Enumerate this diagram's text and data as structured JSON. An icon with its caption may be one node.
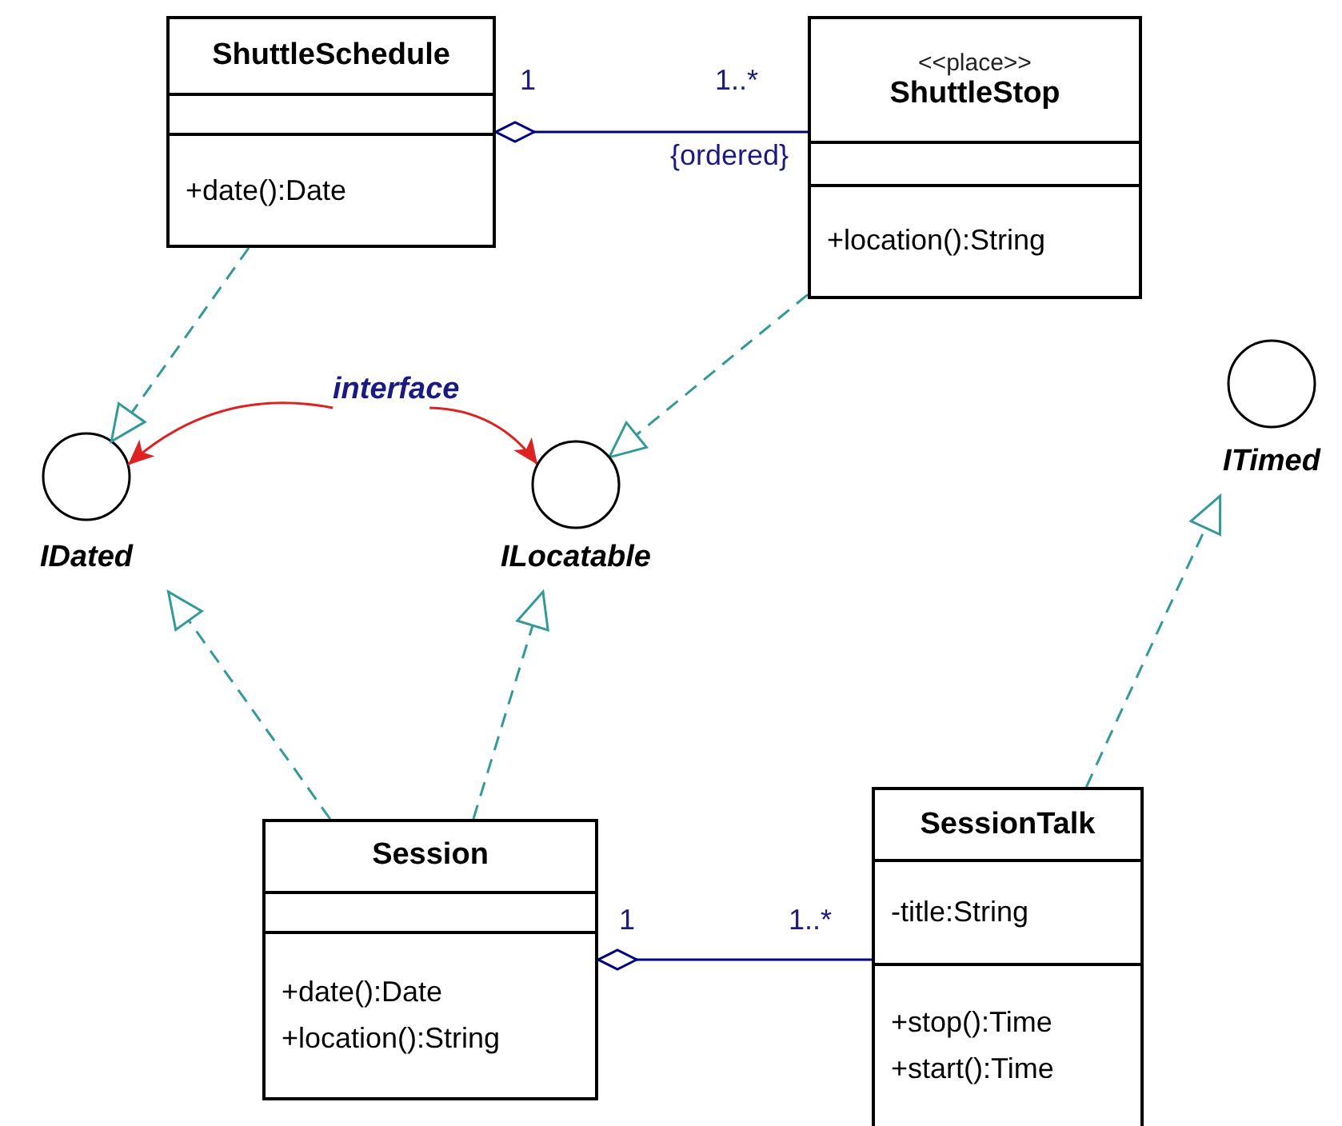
{
  "diagram": {
    "nodes": [
      {
        "text": [
          "ShuttleSchedule",
          "+date():Date"
        ]
      },
      {
        "text": [
          "<<place>>",
          "ShuttleStop",
          "+location():String"
        ]
      },
      {
        "text": [
          "IDated"
        ]
      },
      {
        "text": [
          "ILocatable"
        ]
      },
      {
        "text": [
          "ITimed"
        ]
      },
      {
        "text": [
          "interface"
        ]
      },
      {
        "text": [
          "Session",
          "+date():Date +location():String"
        ]
      },
      {
        "text": [
          "SessionTalk",
          "-title:String",
          "+stop():Time +start():Time"
        ]
      }
    ],
    "edges": [
      {
        "from": 0,
        "to": 2,
        "arrow": "to",
        "style": "dashed"
      },
      {
        "from": 0,
        "to": 1,
        "arrow": "other",
        "label": "{ordered}",
        "color": "#000080"
      },
      {
        "from": 1,
        "to": 3,
        "arrow": "to",
        "style": "dashed"
      },
      {
        "from": 5,
        "to": 2,
        "arrow": "to",
        "color": "#dd2222"
      },
      {
        "from": 5,
        "to": 3,
        "arrow": "to",
        "color": "#dd2222"
      },
      {
        "from": 6,
        "to": 2,
        "arrow": "to",
        "style": "dashed"
      },
      {
        "from": 6,
        "to": 3,
        "arrow": "to",
        "style": "dashed"
      },
      {
        "from": 6,
        "to": 7,
        "arrow": "other",
        "color": "#000080"
      },
      {
        "from": 7,
        "to": 4,
        "arrow": "to",
        "style": "dashed"
      }
    ],
    "labels": [
      "1",
      "1..*",
      "1",
      "1..*"
    ]
  }
}
